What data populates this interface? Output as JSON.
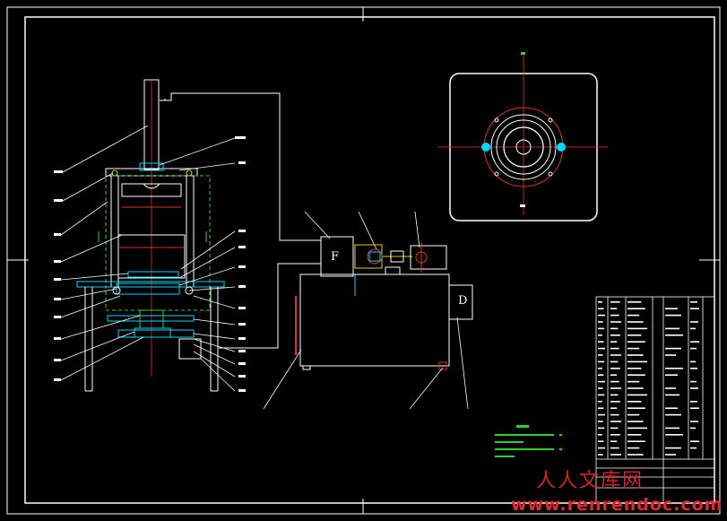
{
  "diagram": {
    "labels": {
      "tank_f": "F",
      "box_d": "D"
    },
    "watermark": {
      "chinese": "人人文库网",
      "url": "www.renrendoc.com"
    }
  }
}
